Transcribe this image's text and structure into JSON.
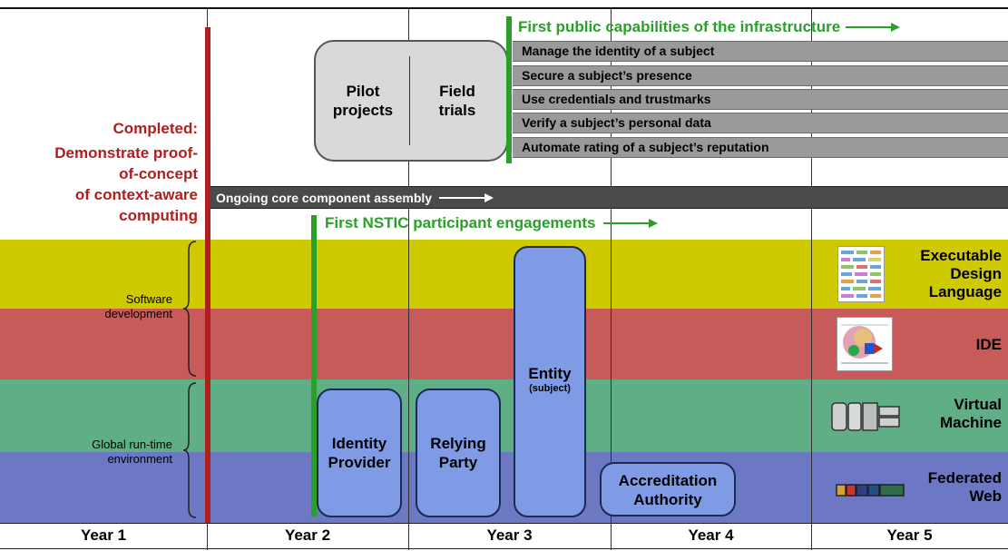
{
  "completed": {
    "line1": "Completed:",
    "line2": "Demonstrate proof-",
    "line3": "of-concept",
    "line4": "of context-aware",
    "line5": "computing"
  },
  "pilot": {
    "line1": "Pilot",
    "line2": "projects"
  },
  "field": {
    "line1": "Field",
    "line2": "trials"
  },
  "capabilities": {
    "title": "First public capabilities of the infrastructure",
    "items": [
      "Manage the identity of a subject",
      "Secure a subject’s presence",
      "Use credentials and trustmarks",
      "Verify a subject’s personal data",
      "Automate rating of a subject’s reputation"
    ]
  },
  "core_assembly": "Ongoing core component assembly",
  "nstic": "First NSTIC participant engagements",
  "groups": {
    "software": {
      "line1": "Software",
      "line2": "development"
    },
    "runtime": {
      "line1": "Global run-time",
      "line2": "environment"
    }
  },
  "components": {
    "identity": {
      "line1": "Identity",
      "line2": "Provider"
    },
    "relying": {
      "line1": "Relying",
      "line2": "Party"
    },
    "entity": {
      "line1": "Entity",
      "sub": "(subject)"
    },
    "accreditation": {
      "line1": "Accreditation",
      "line2": "Authority"
    }
  },
  "layers": {
    "edl": {
      "line1": "Executable",
      "line2": "Design",
      "line3": "Language"
    },
    "ide": "IDE",
    "vm": {
      "line1": "Virtual",
      "line2": "Machine"
    },
    "fed": {
      "line1": "Federated",
      "line2": "Web"
    }
  },
  "years": [
    "Year 1",
    "Year 2",
    "Year 3",
    "Year 4",
    "Year 5"
  ],
  "colors": {
    "yellow_band": "#cfc900",
    "red_band": "#c95a5a",
    "green_band": "#5fae86",
    "purple_band": "#6c78c4",
    "completed_text": "#b01e1e",
    "green_accent": "#2aa02a",
    "blue_box": "#7f9be6"
  }
}
